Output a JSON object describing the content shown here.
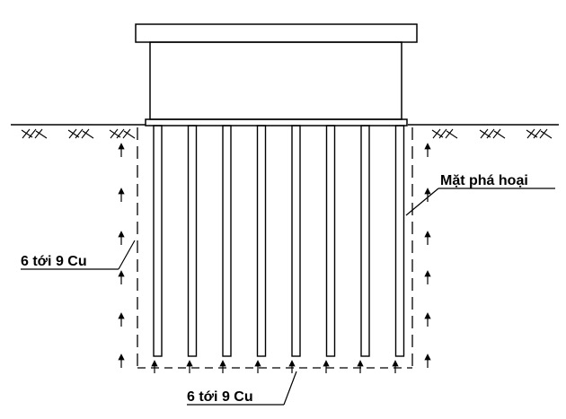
{
  "labels": {
    "failure_surface": "Mặt phá hoại",
    "side_resistance": "6 tới 9 Cu",
    "base_resistance": "6 tới 9 Cu"
  },
  "counts": {
    "piles": 8
  },
  "colors": {
    "ink": "#000000",
    "background": "#ffffff"
  }
}
